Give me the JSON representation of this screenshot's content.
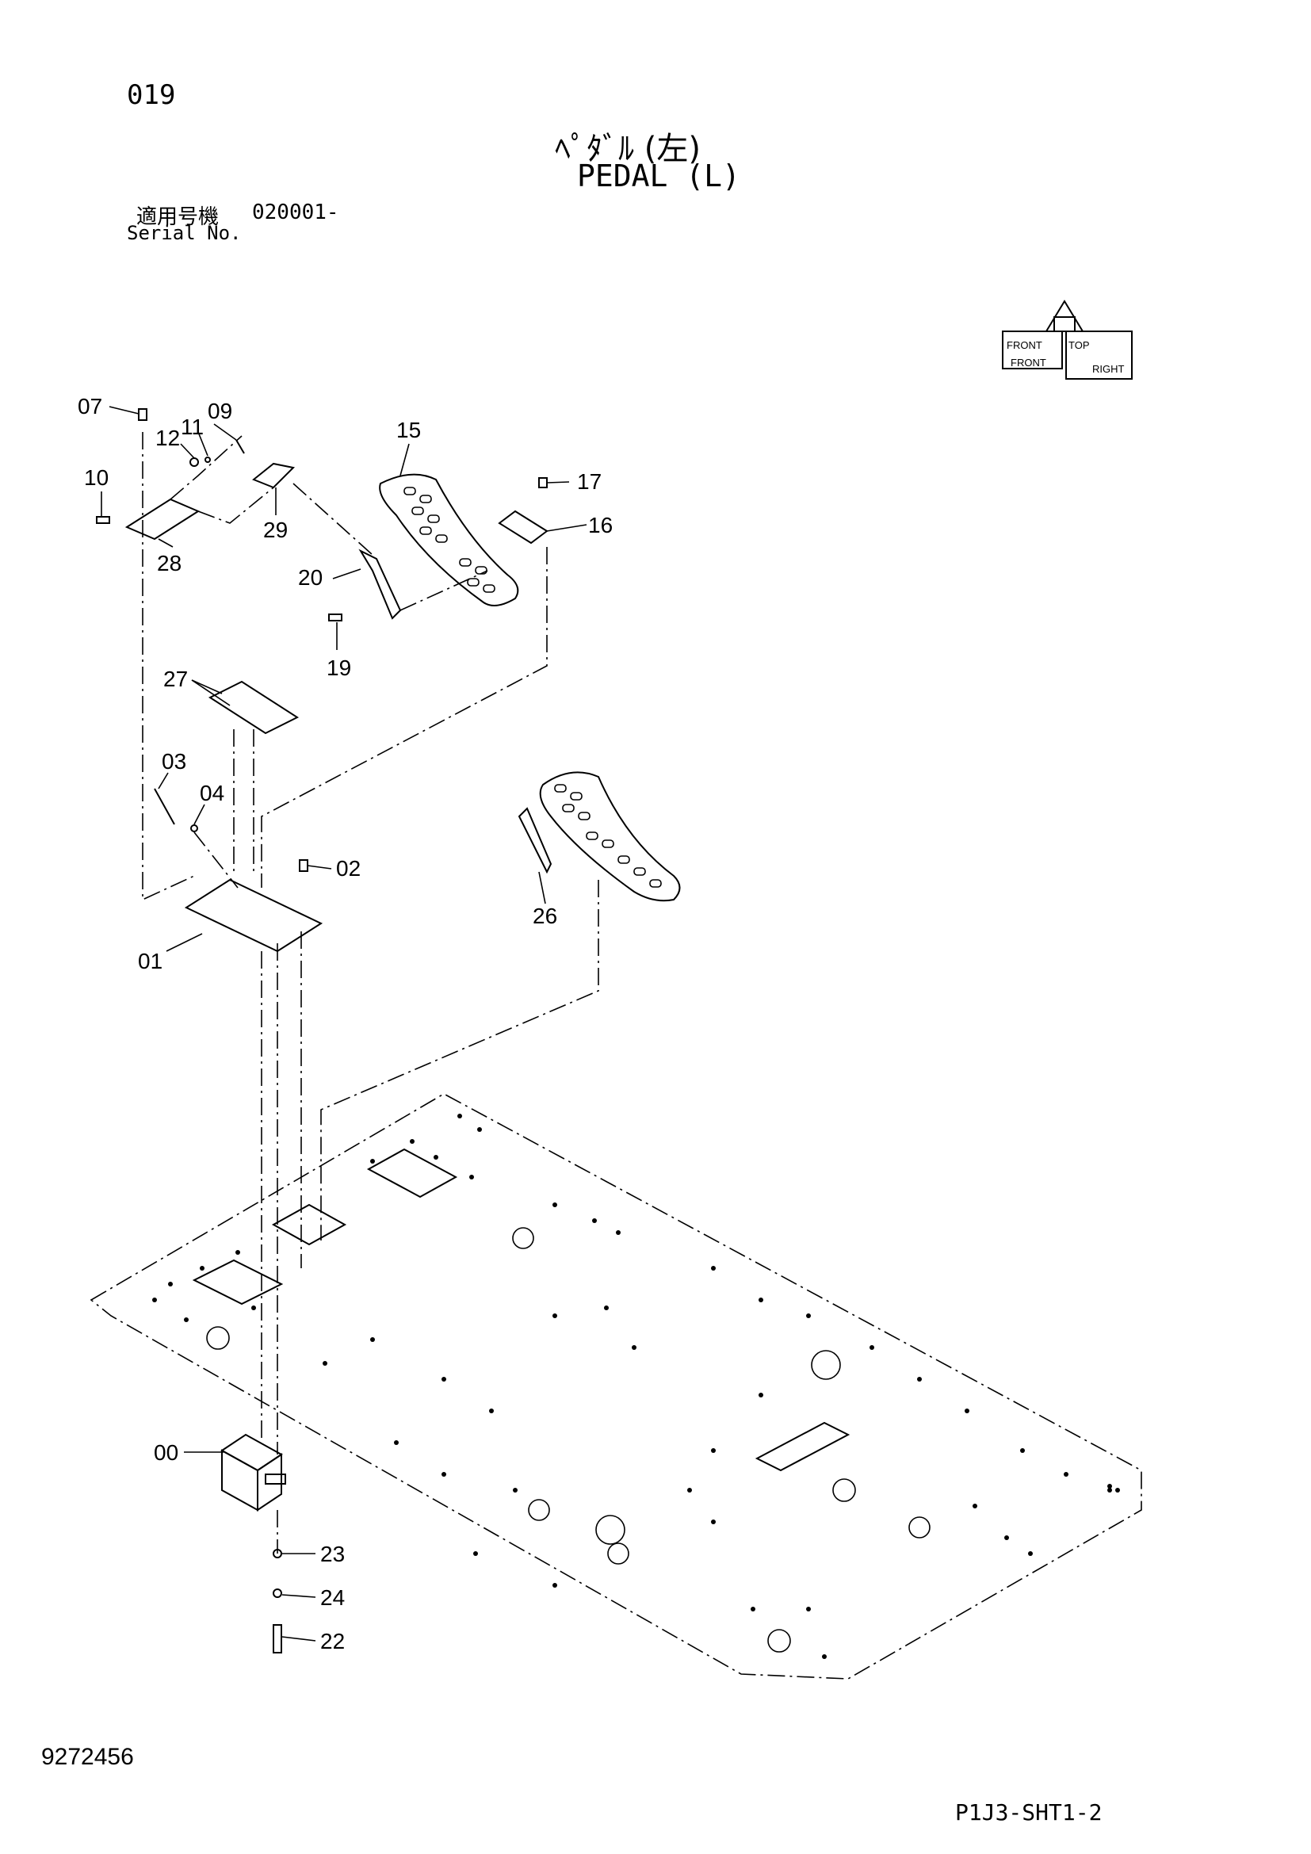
{
  "header": {
    "page_no": "019",
    "title_jp": "ﾍﾟﾀﾞﾙ (左)",
    "title_en": "PEDAL (L)",
    "serial_label_jp": "適用号機",
    "serial_value": "020001-",
    "serial_label_en": "Serial No."
  },
  "orientation": {
    "top": "TOP",
    "front": "FRONT",
    "right": "RIGHT"
  },
  "callouts": [
    "00",
    "01",
    "02",
    "03",
    "04",
    "07",
    "09",
    "10",
    "11",
    "12",
    "15",
    "16",
    "17",
    "19",
    "20",
    "22",
    "23",
    "24",
    "26",
    "27",
    "28",
    "29"
  ],
  "footer": {
    "doc_no": "9272456",
    "sheet_ref": "P1J3-SHT1-2"
  }
}
